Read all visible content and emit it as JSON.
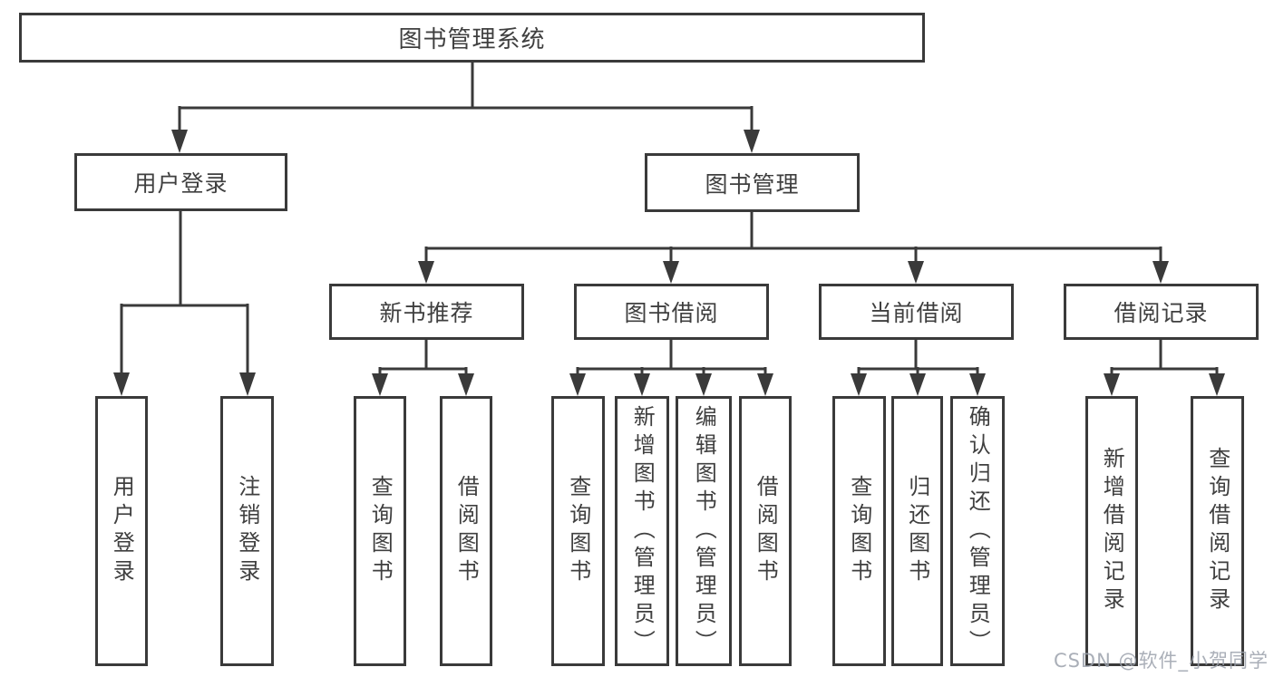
{
  "diagram": {
    "title_hint": "图书管理系统功能结构图",
    "root": {
      "label": "图书管理系统"
    },
    "level2": [
      {
        "label": "用户登录"
      },
      {
        "label": "图书管理"
      }
    ],
    "level3": [
      {
        "label": "新书推荐"
      },
      {
        "label": "图书借阅"
      },
      {
        "label": "当前借阅"
      },
      {
        "label": "借阅记录"
      }
    ],
    "leaves": {
      "user_login": [
        {
          "label": "用户登录"
        },
        {
          "label": "注销登录"
        }
      ],
      "new_book_recommend": [
        {
          "label": "查询图书"
        },
        {
          "label": "借阅图书"
        }
      ],
      "book_borrow": [
        {
          "label": "查询图书"
        },
        {
          "label": "新增图书（管理员）"
        },
        {
          "label": "编辑图书（管理员）"
        },
        {
          "label": "借阅图书"
        }
      ],
      "current_borrow": [
        {
          "label": "查询图书"
        },
        {
          "label": "归还图书"
        },
        {
          "label": "确认归还（管理员）"
        }
      ],
      "borrow_records": [
        {
          "label": "新增借阅记录"
        },
        {
          "label": "查询借阅记录"
        }
      ]
    }
  },
  "colors": {
    "line": "#3a3a3a",
    "text": "#3f3f3f",
    "background": "#ffffff",
    "watermark": "#9ba1ac"
  },
  "watermark": {
    "text": "CSDN @软件_小贺同学"
  }
}
